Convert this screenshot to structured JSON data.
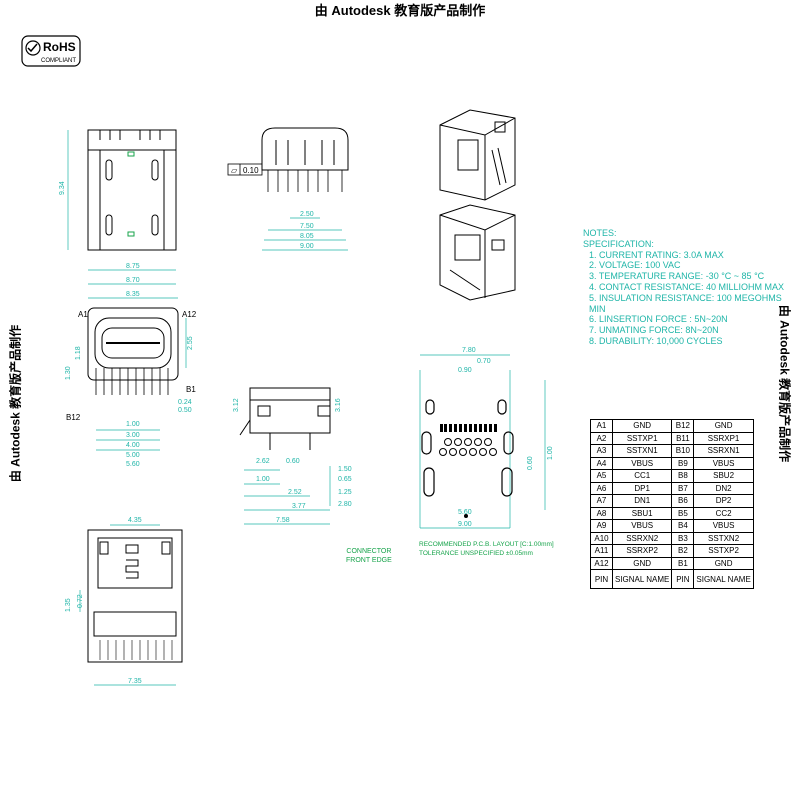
{
  "header": "由 Autodesk 教育版产品制作",
  "side_left": "由 Autodesk 教育版产品制作",
  "side_right": "由 Autodesk 教育版产品制作",
  "rohs": {
    "title": "RoHS",
    "sub": "COMPLIANT"
  },
  "tolerance": {
    "symbol": "▱",
    "value": "0.10"
  },
  "notes": {
    "title": "NOTES:",
    "spec": "SPECIFICATION:",
    "items": [
      "1. CURRENT RATING: 3.0A MAX",
      "2. VOLTAGE: 100 VAC",
      "3. TEMPERATURE RANGE: -30 °C ~ 85 °C",
      "4. CONTACT RESISTANCE: 40 MILLIOHM MAX",
      "5. INSULATION RESISTANCE: 100 MEGOHMS MIN",
      "6. LINSERTION FORCE : 5N~20N",
      "7. UNMATING FORCE: 8N~20N",
      "8. DURABILITY:  10,000 CYCLES"
    ]
  },
  "labels": {
    "a1": "A1",
    "a12": "A12",
    "b1": "B1",
    "b12": "B12"
  },
  "connector_edge": [
    "CONNECTOR",
    "FRONT EDGE"
  ],
  "recommended": [
    "RECOMMENDED   P.C.B. LAYOUT [C:1.00mm]",
    "TOLERANCE UNSPECIFIED ±0.05mm"
  ],
  "dims": {
    "top_h": "9.34",
    "top_w1": "8.75",
    "top_w2": "8.70",
    "front_w": "8.35",
    "front_h1": "1.18",
    "front_h2": "1.30",
    "front_h3": "2.55",
    "front_s1": "0.24",
    "front_s2": "0.50",
    "front_p1": "1.00",
    "front_p2": "3.00",
    "front_p3": "4.00",
    "front_p4": "5.00",
    "front_p5": "5.60",
    "rear_p1": "2.50",
    "rear_p2": "7.50",
    "rear_p3": "8.05",
    "rear_p4": "9.00",
    "side_h": "3.16",
    "side_h2": "3.12",
    "side_a": "2.62",
    "side_b": "0.60",
    "side_c": "1.00",
    "side_d": "2.52",
    "side_e": "3.77",
    "side_f": "7.58",
    "side_g": "1.50",
    "side_h3": "0.65",
    "side_i": "1.25",
    "side_j": "2.80",
    "bot_w": "4.35",
    "bot_h1": "1.35",
    "bot_h2": "0.72",
    "bot_w2": "7.35",
    "pcb_top": "7.80",
    "pcb_a": "0.70",
    "pcb_b": "0.90",
    "pcb_c": "5.60",
    "pcb_d": "9.00",
    "pcb_e": "0.60",
    "pcb_f": "1.00"
  },
  "pin_table": {
    "rows": [
      [
        "A1",
        "GND",
        "B12",
        "GND"
      ],
      [
        "A2",
        "SSTXP1",
        "B11",
        "SSRXP1"
      ],
      [
        "A3",
        "SSTXN1",
        "B10",
        "SSRXN1"
      ],
      [
        "A4",
        "VBUS",
        "B9",
        "VBUS"
      ],
      [
        "A5",
        "CC1",
        "B8",
        "SBU2"
      ],
      [
        "A6",
        "DP1",
        "B7",
        "DN2"
      ],
      [
        "A7",
        "DN1",
        "B6",
        "DP2"
      ],
      [
        "A8",
        "SBU1",
        "B5",
        "CC2"
      ],
      [
        "A9",
        "VBUS",
        "B4",
        "VBUS"
      ],
      [
        "A10",
        "SSRXN2",
        "B3",
        "SSTXN2"
      ],
      [
        "A11",
        "SSRXP2",
        "B2",
        "SSTXP2"
      ],
      [
        "A12",
        "GND",
        "B1",
        "GND"
      ],
      [
        "PIN",
        "SIGNAL NAME",
        "PIN",
        "SIGNAL NAME"
      ]
    ]
  },
  "colors": {
    "line": "#000000",
    "dim": "#1fb5a8",
    "green": "#16a34a",
    "pad": "#000000"
  }
}
